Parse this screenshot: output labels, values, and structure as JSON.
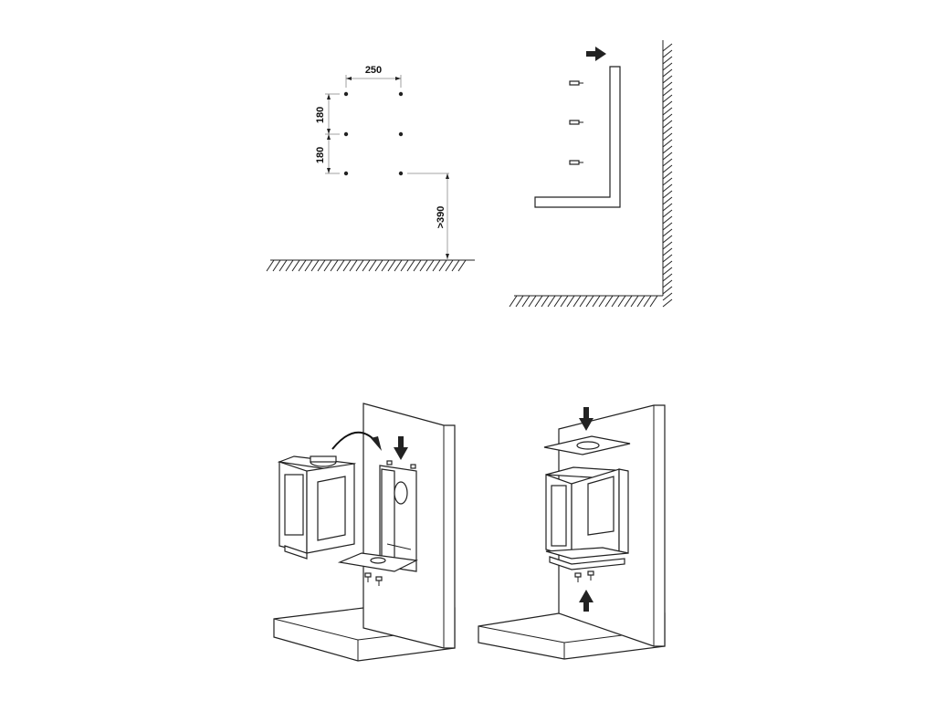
{
  "diagram": {
    "dimensions": {
      "horizontal_spacing": "250",
      "vertical_spacing_top": "180",
      "vertical_spacing_bottom": "180",
      "floor_clearance": ">390"
    },
    "colors": {
      "line": "#222222",
      "dimension_line": "#888888",
      "background": "#ffffff"
    },
    "icons": [
      "right-arrow-icon",
      "down-arrow-icon",
      "up-arrow-icon",
      "curved-arrow-icon",
      "screw-icon",
      "hatching-floor-icon"
    ]
  }
}
